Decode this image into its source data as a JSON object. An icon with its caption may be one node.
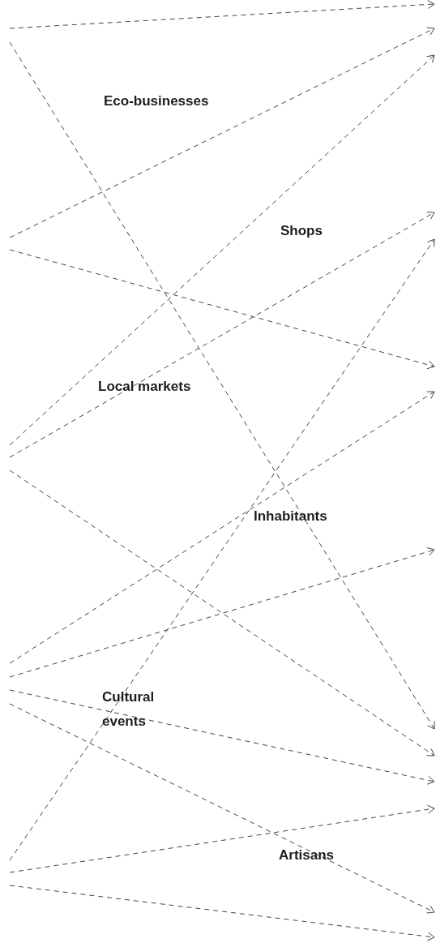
{
  "diagram": {
    "labels": [
      "Eco-businesses",
      "Shops",
      "Local markets",
      "Inhabitants",
      "Cultural events",
      "Artisans"
    ]
  }
}
